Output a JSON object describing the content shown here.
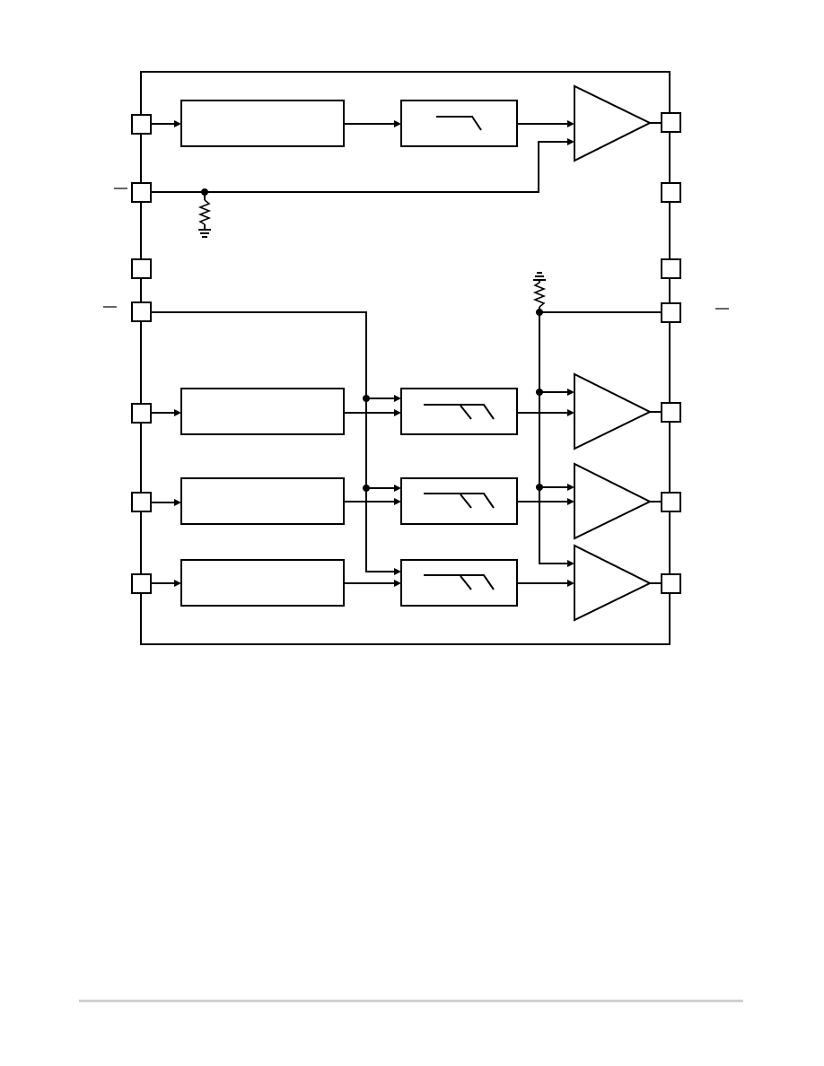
{
  "diagram": {
    "type": "block-diagram",
    "description_visible_text": [],
    "colors": {
      "line": "#000000",
      "background": "#ffffff",
      "footer_rule": "#d0d0d0"
    },
    "left_pins": 7,
    "right_pins": 7,
    "channels": [
      {
        "id": "top",
        "filter_kind": "single-pole",
        "amp": "amp-top"
      },
      {
        "id": "ch1",
        "filter_kind": "dual-pole",
        "amp": "amp-1"
      },
      {
        "id": "ch2",
        "filter_kind": "dual-pole",
        "amp": "amp-2"
      },
      {
        "id": "ch3",
        "filter_kind": "dual-pole",
        "amp": "amp-3"
      }
    ]
  }
}
